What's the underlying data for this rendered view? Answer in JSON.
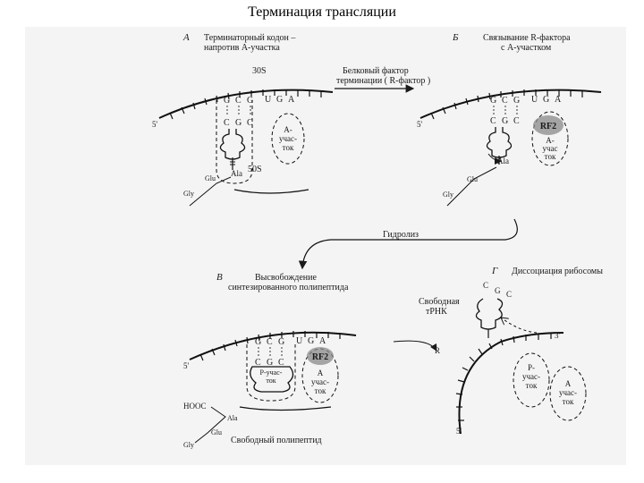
{
  "title": "Терминация трансляции",
  "panelA": {
    "letter": "А",
    "caption": [
      "Терминаторный кодон –",
      "напротив А-участка"
    ],
    "subunit_large": "30S",
    "subunit_small": "50S",
    "codons": [
      "G",
      "C",
      "G",
      "U",
      "G",
      "A"
    ],
    "anticodon": [
      "C",
      "G",
      "C"
    ],
    "site": [
      "А-",
      "учас-",
      "ток"
    ],
    "end5": "5'",
    "aa1": "Ala",
    "aa2": "Glu",
    "aa3": "Gly"
  },
  "arrow_factor": [
    "Белковый фактор",
    "терминации  ( R-фактор )"
  ],
  "panelB": {
    "letter": "Б",
    "caption": [
      "Связывание  R-фактора",
      "с А-участком"
    ],
    "codons": [
      "G",
      "C",
      "G",
      "U",
      "G",
      "A"
    ],
    "anticodon": [
      "C",
      "G",
      "C"
    ],
    "factor": "RF2",
    "site": [
      "А-",
      "учас",
      "ток"
    ],
    "end5": "5'",
    "aa1": "Ala",
    "aa2": "Glu",
    "aa3": "Gly"
  },
  "hydrolysis": "Гидролиз",
  "panelV": {
    "letter": "В",
    "caption": [
      "Высвобождение",
      "синтезированного полипептида"
    ],
    "codons": [
      "G",
      "C",
      "G",
      "U",
      "G",
      "A"
    ],
    "anticodon": [
      "C",
      "G",
      "C"
    ],
    "factor": "RF2",
    "site_p": [
      "Р-учас-",
      "ток"
    ],
    "site_a": [
      "А",
      "учас-",
      "ток"
    ],
    "end5": "5'",
    "hooc": "HOOC",
    "aa1": "Ala",
    "aa2": "Glu",
    "aa3": "Gly",
    "free_peptide": "Свободный полипептид"
  },
  "panelG": {
    "letter": "Г",
    "caption": "Диссоциация рибосомы",
    "free_trna": [
      "Свободная",
      "тРНК"
    ],
    "anticodon": [
      "C",
      "G",
      "C"
    ],
    "end3": "3'",
    "end5": "5'",
    "site_p": [
      "Р-",
      "учас-",
      "ток"
    ],
    "site_a": [
      "А",
      "учас-",
      "ток"
    ],
    "label_r": "R"
  }
}
